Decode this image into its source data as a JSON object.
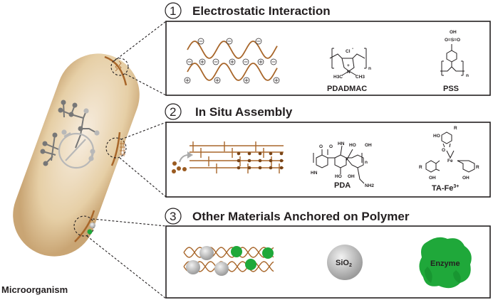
{
  "organism_label": "Microorganism",
  "colors": {
    "polymer": "#a8662a",
    "cell": "#e8d2ac",
    "enzyme": "#1fa83a",
    "silica": "#b5b5b5",
    "outline": "#231f20"
  },
  "sections": [
    {
      "number": "1",
      "title": "Electrostatic Interaction",
      "items": [
        {
          "name": "PDADMAC",
          "labels": {
            "counterion": "Cl",
            "charge": "-",
            "plus": "+",
            "n_atom": "N",
            "left_methyl": "H3C",
            "right_methyl": "CH3",
            "repeat": "n"
          }
        },
        {
          "name": "PSS",
          "labels": {
            "oh": "OH",
            "sulfonyl": "O=S=O",
            "repeat": "n"
          }
        }
      ]
    },
    {
      "number": "2",
      "title": "In Situ Assembly",
      "items": [
        {
          "name": "PDA",
          "labels": {
            "o1": "O",
            "o2": "O",
            "hn1": "HN",
            "hn2": "HN",
            "ho1": "HO",
            "oh1": "OH",
            "ho2": "HO",
            "oh2": "OH",
            "nh2": "NH2",
            "repeat": "n"
          }
        },
        {
          "name": "TA-Fe",
          "superscript": "3+",
          "labels": {
            "fe": "Fe",
            "r": "R",
            "ho": "HO",
            "oh": "OH",
            "o": "O"
          }
        }
      ]
    },
    {
      "number": "3",
      "title": "Other Materials Anchored on Polymer",
      "items": [
        {
          "name": "SiO",
          "subscript": "2"
        },
        {
          "name": "Enzyme"
        }
      ]
    }
  ]
}
